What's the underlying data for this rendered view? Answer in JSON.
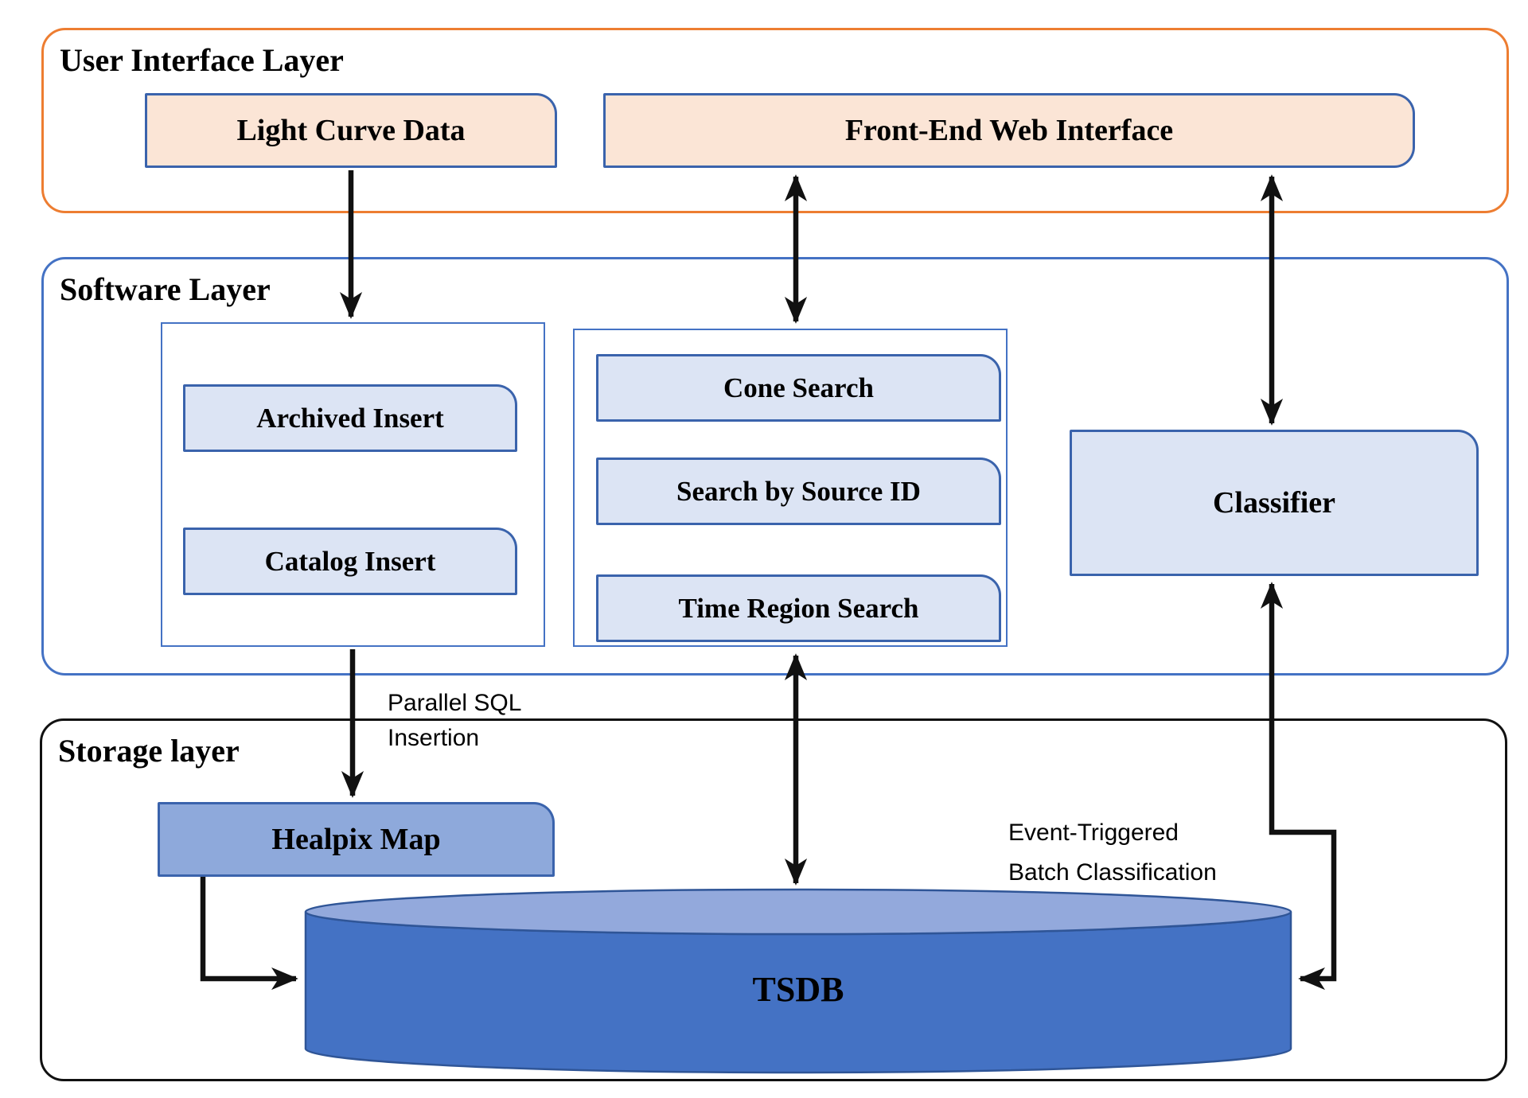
{
  "layers": {
    "ui": {
      "title": "User Interface Layer"
    },
    "software": {
      "title": "Software Layer"
    },
    "storage": {
      "title": "Storage layer"
    }
  },
  "boxes": {
    "light_curve": {
      "label": "Light Curve Data"
    },
    "front_end": {
      "label": "Front-End Web Interface"
    },
    "archived_insert": {
      "label": "Archived Insert"
    },
    "catalog_insert": {
      "label": "Catalog Insert"
    },
    "cone_search": {
      "label": "Cone Search"
    },
    "search_by_source_id": {
      "label": "Search by Source ID"
    },
    "time_region_search": {
      "label": "Time Region Search"
    },
    "classifier": {
      "label": "Classifier"
    },
    "healpix_map": {
      "label": "Healpix Map"
    },
    "tsdb": {
      "label": "TSDB"
    }
  },
  "annotations": {
    "parallel_sql": {
      "line1": "Parallel SQL",
      "line2": "Insertion"
    },
    "event_triggered": {
      "line1": "Event-Triggered",
      "line2": "Batch Classification"
    }
  },
  "arrows": [
    {
      "from": "Light Curve Data",
      "to": "Insert group",
      "heads": "single-down"
    },
    {
      "from": "Front-End Web Interface",
      "to": "Search group",
      "heads": "double"
    },
    {
      "from": "Front-End Web Interface",
      "to": "Classifier",
      "heads": "double"
    },
    {
      "from": "Insert group",
      "to": "Healpix Map",
      "heads": "single-down",
      "label": "Parallel SQL Insertion"
    },
    {
      "from": "Search group",
      "to": "TSDB",
      "heads": "double"
    },
    {
      "from": "Classifier",
      "to": "TSDB",
      "heads": "double",
      "label": "Event-Triggered Batch Classification"
    },
    {
      "from": "Healpix Map",
      "to": "TSDB",
      "heads": "single-right"
    }
  ],
  "colors": {
    "ui_border": "#ED7D31",
    "software_border": "#4472C4",
    "storage_border": "#111111",
    "box_border": "#3A63AC",
    "peach_fill": "#FBE5D6",
    "light_blue_fill": "#DCE4F4",
    "medium_blue_fill": "#8EA9DB",
    "cylinder_side": "#4472C4",
    "cylinder_top": "#93A9DC",
    "cylinder_stroke": "#2F5597",
    "arrow": "#111111"
  }
}
